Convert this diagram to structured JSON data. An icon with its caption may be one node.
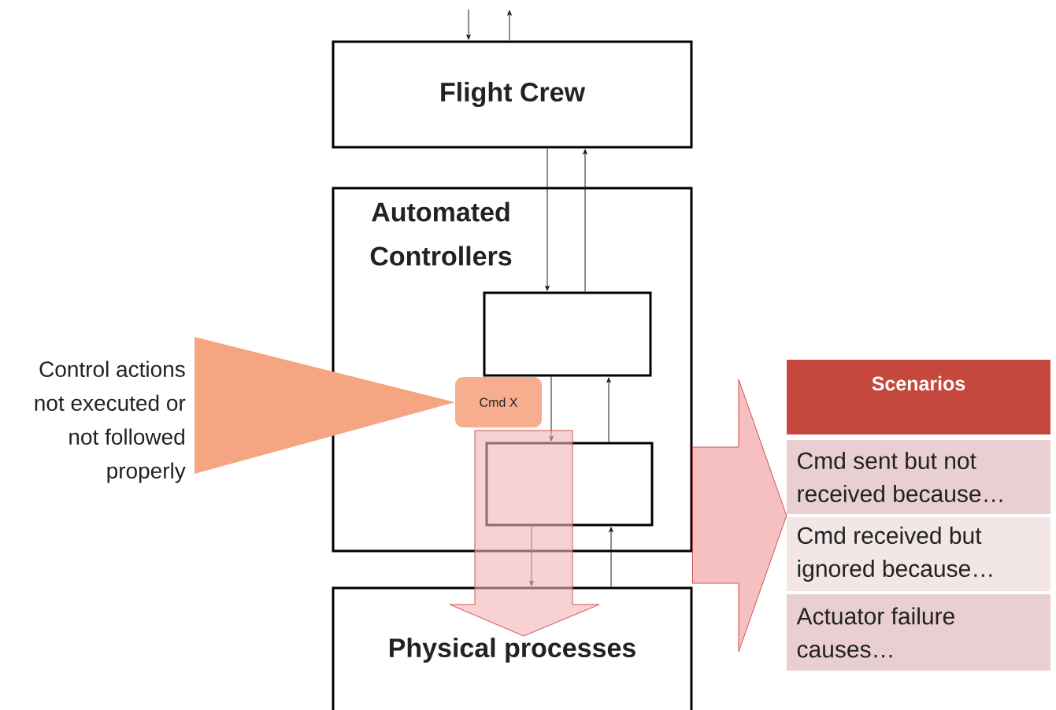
{
  "diagram": {
    "nodes": [
      {
        "text": [
          "Flight Crew"
        ]
      },
      {
        "text": [
          "Automated Controllers"
        ]
      },
      {
        "text": [],
        "shape": "box",
        "in": 1
      },
      {
        "text": [
          "Cmd X"
        ],
        "in": 1
      },
      {
        "text": [],
        "shape": "box",
        "in": 1
      },
      {
        "text": [
          "Physical processes"
        ]
      },
      {
        "text": [
          "Control actions not executed or not followed properly"
        ]
      },
      {
        "text": [
          "Scenarios",
          "Cmd sent but not received because…",
          "Cmd received but ignored because…",
          "Actuator failure causes…"
        ]
      }
    ],
    "edges": [
      {
        "from": null,
        "to": 0,
        "arrow": "to"
      },
      {
        "from": 0,
        "to": null,
        "arrow": "to"
      },
      {
        "from": 0,
        "to": 2,
        "arrow": "to"
      },
      {
        "from": 2,
        "to": 0,
        "arrow": "to"
      },
      {
        "from": 2,
        "to": 4,
        "arrow": "to"
      },
      {
        "from": 4,
        "to": 2,
        "arrow": "to"
      },
      {
        "from": 4,
        "to": 5,
        "arrow": "to"
      },
      {
        "from": 5,
        "to": 4,
        "arrow": "to"
      },
      {
        "from": 6,
        "to": 3,
        "arrow": "to",
        "style": "thick",
        "color": "#f5a582"
      },
      {
        "from": 4,
        "to": 5,
        "arrow": "to",
        "style": "thick",
        "color": "#f4b3b5"
      },
      {
        "from": 1,
        "to": 7,
        "arrow": "to",
        "style": "thick",
        "color": "#f6c0c1"
      }
    ]
  }
}
